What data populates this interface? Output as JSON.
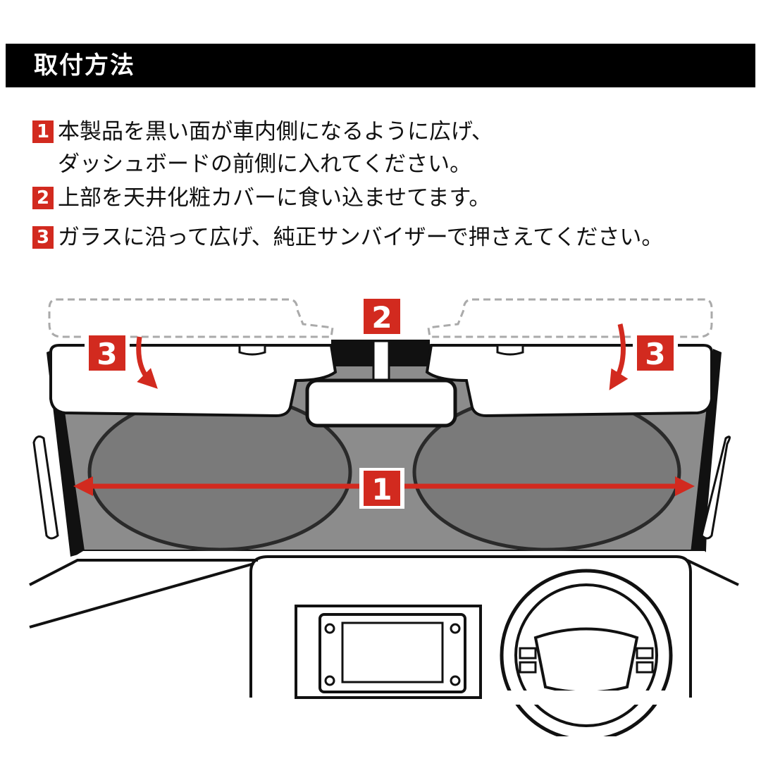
{
  "header": {
    "title": "取付方法"
  },
  "steps": [
    {
      "number": "1",
      "line1": "本製品を黒い面が車内側になるように広げ、",
      "line2": "ダッシュボードの前側に入れてください。"
    },
    {
      "number": "2",
      "line1": "上部を天井化粧カバーに食い込ませてます。"
    },
    {
      "number": "3",
      "line1": "ガラスに沿って広げ、純正サンバイザーで押さえてください。"
    }
  ],
  "diagram": {
    "badge_spread": "1",
    "badge_tuck": "2",
    "badge_left_visor": "3",
    "badge_right_visor": "3",
    "colors": {
      "accent": "#d22a1f",
      "shade": "#8c8c8c",
      "disc": "#7a7a7a",
      "line": "#111111"
    }
  }
}
